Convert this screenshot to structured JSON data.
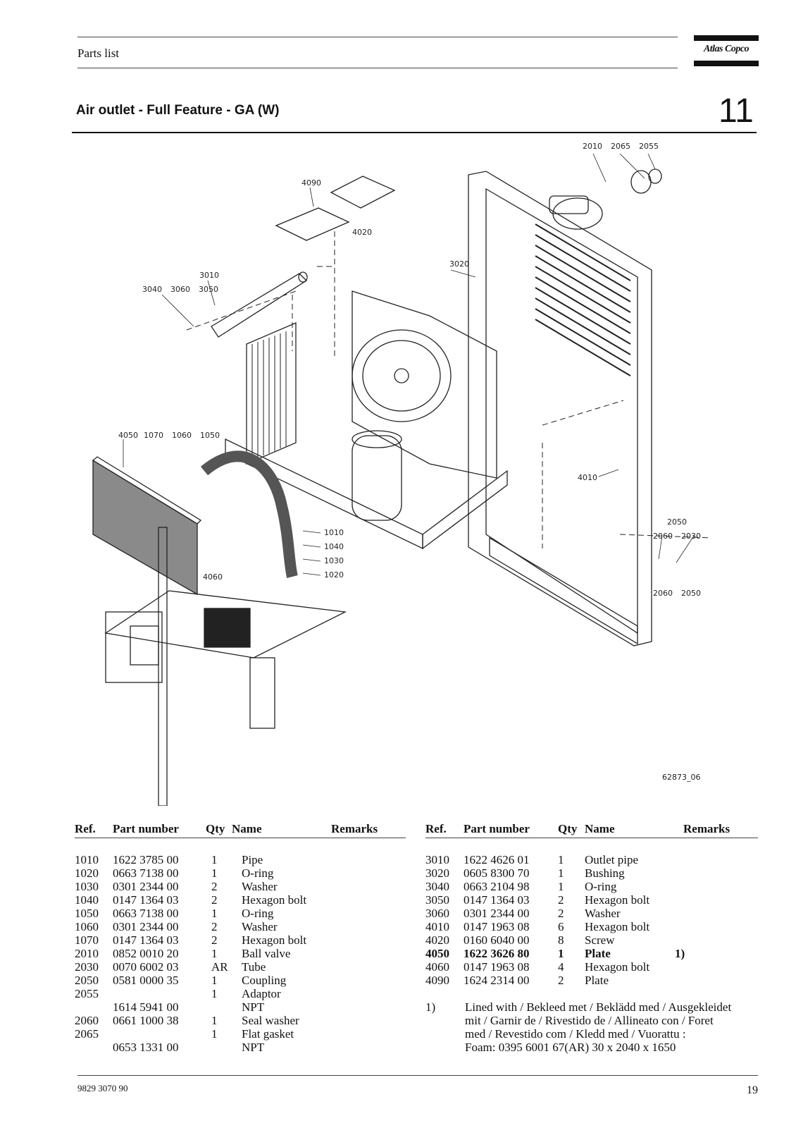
{
  "header": {
    "section_label": "Parts list",
    "brand": "Atlas Copco"
  },
  "page_title": "Air outlet - Full Feature - GA (W)",
  "section_number": "11",
  "drawing": {
    "id": "62873_06",
    "callouts": [
      "2010",
      "2065",
      "2055",
      "4090",
      "4020",
      "3020",
      "3010",
      "3040",
      "3060",
      "3050",
      "4050",
      "1070",
      "1060",
      "1050",
      "4010",
      "1010",
      "1040",
      "1030",
      "1020",
      "4060",
      "2050",
      "2060",
      "2030",
      "2060",
      "2050"
    ]
  },
  "table_headers": {
    "ref": "Ref.",
    "part": "Part number",
    "qty": "Qty",
    "name": "Name",
    "remarks": "Remarks"
  },
  "left_rows": [
    {
      "ref": "1010",
      "part": "1622 3785 00",
      "qty": "1",
      "name": "Pipe",
      "remarks": ""
    },
    {
      "ref": "1020",
      "part": "0663 7138 00",
      "qty": "1",
      "name": "O-ring",
      "remarks": ""
    },
    {
      "ref": "1030",
      "part": "0301 2344 00",
      "qty": "2",
      "name": "Washer",
      "remarks": ""
    },
    {
      "ref": "1040",
      "part": "0147 1364 03",
      "qty": "2",
      "name": "Hexagon bolt",
      "remarks": ""
    },
    {
      "ref": "1050",
      "part": "0663 7138 00",
      "qty": "1",
      "name": "O-ring",
      "remarks": ""
    },
    {
      "ref": "1060",
      "part": "0301 2344 00",
      "qty": "2",
      "name": "Washer",
      "remarks": ""
    },
    {
      "ref": "1070",
      "part": "0147 1364 03",
      "qty": "2",
      "name": "Hexagon bolt",
      "remarks": ""
    },
    {
      "ref": "2010",
      "part": "0852 0010 20",
      "qty": "1",
      "name": "Ball valve",
      "remarks": ""
    },
    {
      "ref": "2030",
      "part": "0070 6002 03",
      "qty": "AR",
      "name": "Tube",
      "remarks": ""
    },
    {
      "ref": "2050",
      "part": "0581 0000 35",
      "qty": "1",
      "name": "Coupling",
      "remarks": ""
    },
    {
      "ref": "2055",
      "part": "",
      "qty": "1",
      "name": "Adaptor",
      "remarks": ""
    },
    {
      "ref": "",
      "part": "1614 5941 00",
      "qty": "",
      "name": "NPT",
      "remarks": ""
    },
    {
      "ref": "2060",
      "part": "0661 1000 38",
      "qty": "1",
      "name": "Seal washer",
      "remarks": ""
    },
    {
      "ref": "2065",
      "part": "",
      "qty": "1",
      "name": "Flat gasket",
      "remarks": ""
    },
    {
      "ref": "",
      "part": "0653 1331 00",
      "qty": "",
      "name": "NPT",
      "remarks": ""
    }
  ],
  "right_rows": [
    {
      "ref": "3010",
      "part": "1622 4626 01",
      "qty": "1",
      "name": "Outlet pipe",
      "remarks": ""
    },
    {
      "ref": "3020",
      "part": "0605 8300 70",
      "qty": "1",
      "name": "Bushing",
      "remarks": ""
    },
    {
      "ref": "3040",
      "part": "0663 2104 98",
      "qty": "1",
      "name": "O-ring",
      "remarks": ""
    },
    {
      "ref": "3050",
      "part": "0147 1364 03",
      "qty": "2",
      "name": "Hexagon bolt",
      "remarks": ""
    },
    {
      "ref": "3060",
      "part": "0301 2344 00",
      "qty": "2",
      "name": "Washer",
      "remarks": ""
    },
    {
      "ref": "4010",
      "part": "0147 1963 08",
      "qty": "6",
      "name": "Hexagon bolt",
      "remarks": ""
    },
    {
      "ref": "4020",
      "part": "0160 6040 00",
      "qty": "8",
      "name": "Screw",
      "remarks": ""
    },
    {
      "ref": "4050",
      "part": "1622 3626 80",
      "qty": "1",
      "name": "Plate",
      "remarks": "1)",
      "bold": true
    },
    {
      "ref": "4060",
      "part": "0147 1963 08",
      "qty": "4",
      "name": "Hexagon bolt",
      "remarks": ""
    },
    {
      "ref": "4090",
      "part": "1624 2314 00",
      "qty": "2",
      "name": "Plate",
      "remarks": ""
    }
  ],
  "note": {
    "marker": "1)",
    "lines": [
      "Lined with  / Bekleed met / Beklädd med  / Ausgekleidet",
      "mit   / Garnir de / Rivestido de / Allineato con   / Foret",
      "med / Revestido com / Kledd med / Vuorattu :",
      "Foam: 0395 6001 67(AR) 30 x 2040 x 1650"
    ]
  },
  "footer": {
    "doc_number": "9829 3070 90",
    "page_number": "19"
  }
}
